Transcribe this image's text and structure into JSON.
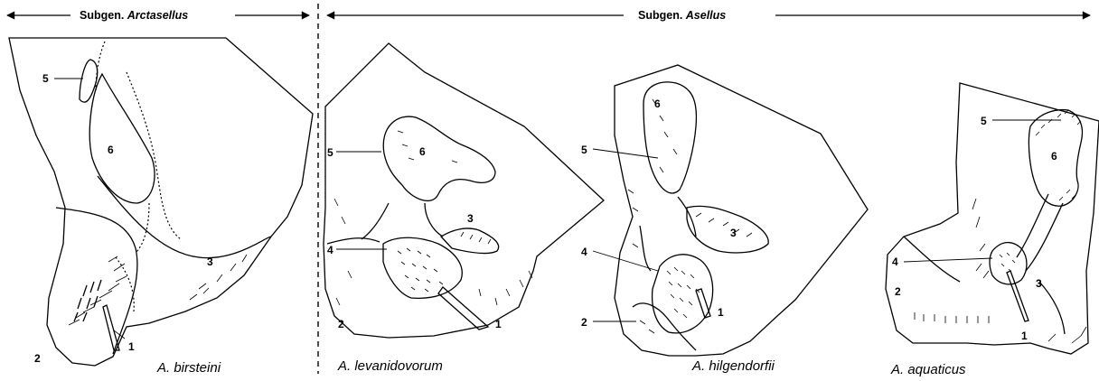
{
  "header": {
    "left": {
      "prefix": "Subgen. ",
      "name": "Arctasellus"
    },
    "right": {
      "prefix": "Subgen. ",
      "name": "Asellus"
    }
  },
  "panels": [
    {
      "species": "A. birsteini",
      "labels": {
        "n1": "1",
        "n2": "2",
        "n3": "3",
        "n5": "5",
        "n6": "6"
      }
    },
    {
      "species": "A. levanidovorum",
      "labels": {
        "n1": "1",
        "n2": "2",
        "n3": "3",
        "n4": "4",
        "n5": "5",
        "n6": "6"
      }
    },
    {
      "species": "A. hilgendorfii",
      "labels": {
        "n1": "1",
        "n2": "2",
        "n3": "3",
        "n4": "4",
        "n5": "5",
        "n6": "6"
      }
    },
    {
      "species": "A. aquaticus",
      "labels": {
        "n1": "1",
        "n2": "2",
        "n3": "3",
        "n4": "4",
        "n5": "5",
        "n6": "6"
      }
    }
  ]
}
